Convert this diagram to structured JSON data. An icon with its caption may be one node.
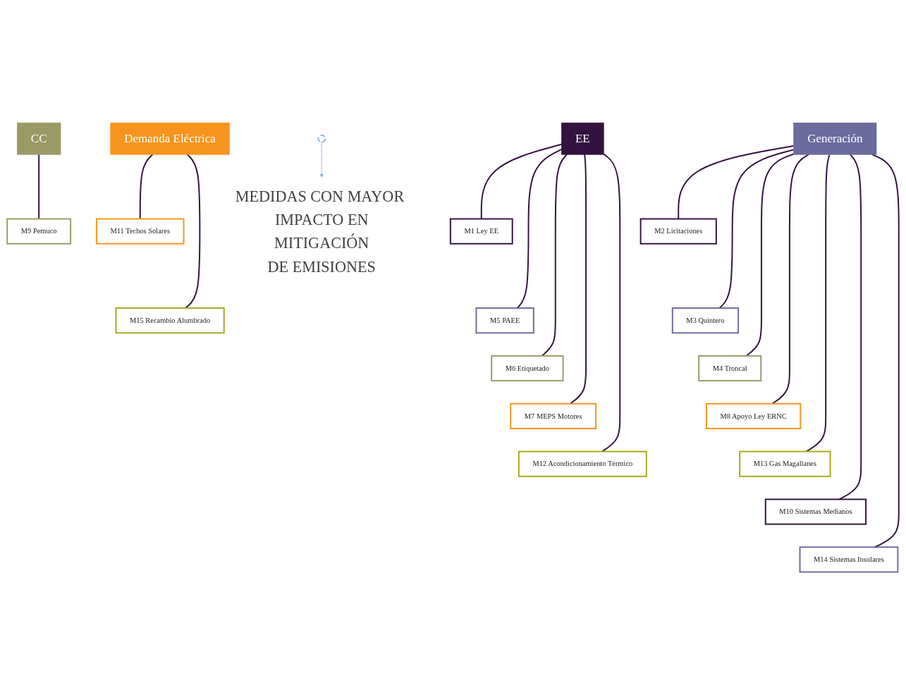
{
  "diagram": {
    "nodes": [
      {
        "text": [
          "EE"
        ]
      },
      {
        "text": [
          "Generación"
        ]
      },
      {
        "text": [
          "CC"
        ]
      },
      {
        "text": [
          "Demanda Eléctrica"
        ]
      },
      {
        "text": [
          "M1 Ley EE"
        ]
      },
      {
        "text": [
          "M5 PAEE"
        ]
      },
      {
        "text": [
          "M6 Etiquetado"
        ]
      },
      {
        "text": [
          "M7 MEPS Motores"
        ]
      },
      {
        "text": [
          "M12 Acondicionamiento Térmico"
        ]
      },
      {
        "text": [
          "M2 Licitaciones"
        ]
      },
      {
        "text": [
          "M3 Quintero"
        ]
      },
      {
        "text": [
          "M4 Troncal"
        ]
      },
      {
        "text": [
          "M8 Apoyo Ley ERNC"
        ]
      },
      {
        "text": [
          "M13 Gas Magallanes"
        ]
      },
      {
        "text": [
          "M10 Sistemas Medianos"
        ]
      },
      {
        "text": [
          "M14 Sistemas Insulares"
        ]
      },
      {
        "text": [
          "M9 Pemuco"
        ]
      },
      {
        "text": [
          "M11 Techos Solares"
        ]
      },
      {
        "text": [
          "M15 Recambio Alumbrado"
        ]
      },
      {
        "text": [],
        "shape": "circle"
      },
      {
        "text": [
          "MEDIDAS CON MAYOR IMPACTO EN",
          "MITIGACIÓN",
          "DE EMISIONES"
        ]
      }
    ],
    "edges": [
      {
        "from": 0,
        "to": 4,
        "arrow": "none"
      },
      {
        "from": 0,
        "to": 5,
        "arrow": "none"
      },
      {
        "from": 0,
        "to": 6,
        "arrow": "none"
      },
      {
        "from": 0,
        "to": 7,
        "arrow": "none"
      },
      {
        "from": 0,
        "to": 8,
        "arrow": "none"
      },
      {
        "from": 1,
        "to": 9,
        "arrow": "none"
      },
      {
        "from": 1,
        "to": 10,
        "arrow": "none"
      },
      {
        "from": 1,
        "to": 11,
        "arrow": "none"
      },
      {
        "from": 1,
        "to": 12,
        "arrow": "none"
      },
      {
        "from": 1,
        "to": 13,
        "arrow": "none"
      },
      {
        "from": 1,
        "to": 14,
        "arrow": "none"
      },
      {
        "from": 1,
        "to": 15,
        "arrow": "none"
      },
      {
        "from": 2,
        "to": 16,
        "arrow": "none"
      },
      {
        "from": 3,
        "to": 17,
        "arrow": "none"
      },
      {
        "from": 3,
        "to": 18,
        "arrow": "none"
      },
      {
        "from": 19,
        "to": 20,
        "arrow": "to",
        "style": "dashed",
        "color": "#8db3e2"
      }
    ]
  }
}
